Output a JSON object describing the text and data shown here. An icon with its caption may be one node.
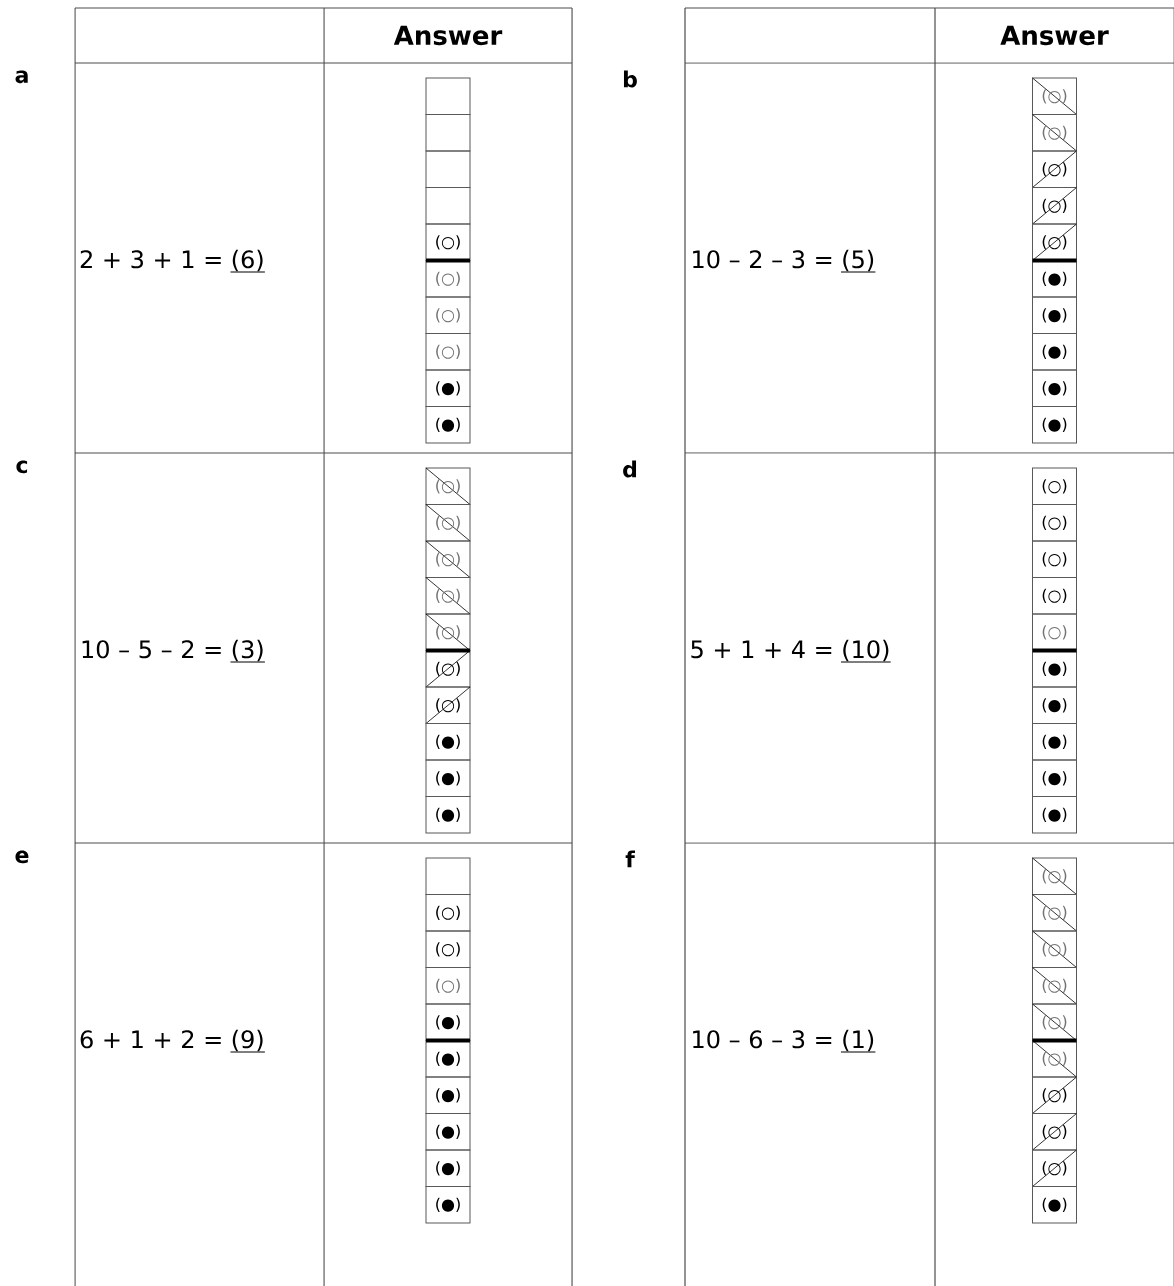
{
  "diagram": {
    "labels": [
      "Answer",
      "Answer",
      "a",
      "2 + 3 + 1 =",
      "(6)",
      "(**○**)",
      "(○)",
      "(○)",
      "(○)",
      "(●)",
      "(●)",
      "b",
      "10 – 2 – 3 =",
      "(5)",
      "(○)",
      "(○)",
      "(**○**)",
      "(**○**)",
      "(**○**)",
      "(●)",
      "(●)",
      "(●)",
      "(●)",
      "(●)",
      "c",
      "10 – 5 – 2 =",
      "(3)",
      "(○)",
      "(○)",
      "(○)",
      "(○)",
      "(○)",
      "(**○**)",
      "(**○**)",
      "(●)",
      "(●)",
      "(●)",
      "d",
      "5 + 1 + 4 =",
      "(10)",
      "(**○**)",
      "(**○**)",
      "(**○**)",
      "(**○**)",
      "(○)",
      "(●)",
      "(●)",
      "(●)",
      "(●)",
      "(●)",
      "e",
      "6 + 1 + 2 =",
      "(9)",
      "(**○**)",
      "(**○**)",
      "(○)",
      "(●)",
      "(●)",
      "(●)",
      "(●)",
      "(●)",
      "(●)",
      "f",
      "10 – 6 – 3 =",
      "(1)",
      "(○)",
      "(○)",
      "(○)",
      "(○)",
      "(○)",
      "(○)",
      "(**○**)",
      "(**○**)",
      "(**○**)",
      "(●)"
    ]
  }
}
